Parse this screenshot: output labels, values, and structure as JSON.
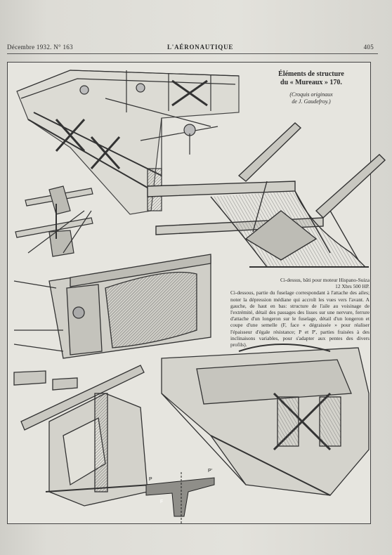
{
  "header": {
    "left": "Décembre 1932. N° 163",
    "center": "L'AÉRONAUTIQUE",
    "right": "405"
  },
  "plate": {
    "title_line1": "Éléments de structure",
    "title_line2": "du « Mureaux » 170.",
    "credit_line1": "(Croquis originaux",
    "credit_line2": "de J. Gaudefroy.)"
  },
  "caption": {
    "line1": "Ci-dessus, bâti pour moteur Hispano-Suiza",
    "line2": "12 Xbrs 500 HP.",
    "body": "Ci-dessous, partie du fuselage correspondant à l'attache des ailes; noter la dépression médiane qui accroît les vues vers l'avant. A gauche, de haut en bas: structure de l'aile au voisinage de l'extrémité, détail des passages des lisses sur une nervure, ferrure d'attache d'un longeron sur le fuselage, détail d'un longeron et coupe d'une semelle (F, face « dégraissée » pour réaliser l'épaisseur d'égale résistance; P et P', parties fraisées à des inclinaisons variables, pour s'adapter aux pentes des divers profils)."
  },
  "section_labels": {
    "p": "P",
    "p_prime": "P'",
    "f": "F"
  }
}
